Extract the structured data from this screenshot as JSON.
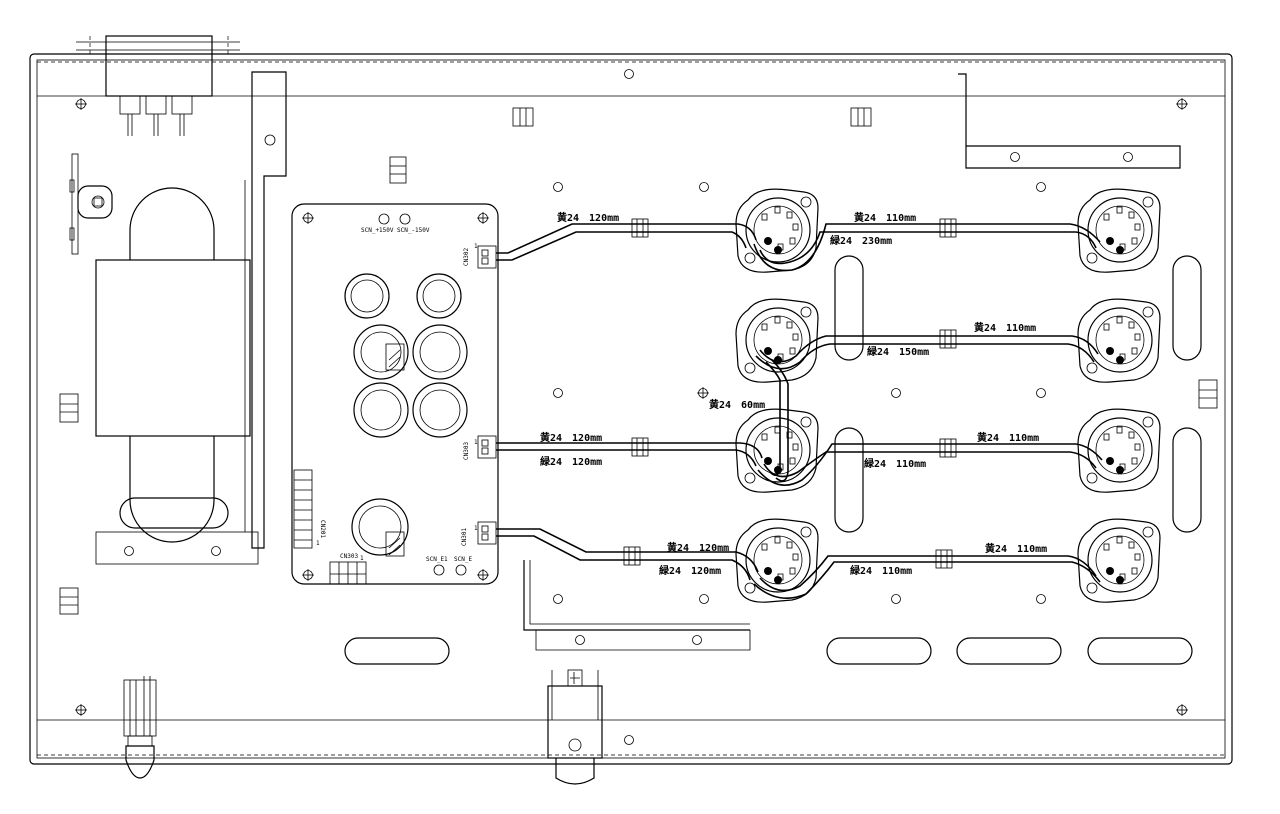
{
  "pcb": {
    "test_points": {
      "plus": "SCN_+150V",
      "minus": "SCN_-150V",
      "e1": "SCN_E1",
      "e": "SCN_E"
    },
    "connectors": {
      "cn302": "CN302",
      "cn303": "CN303",
      "cn301": "CN301",
      "cn201": "CN201",
      "cn303_bottom": "CN303",
      "pin_one": "1"
    }
  },
  "wire_labels": {
    "w1": "黄24　120mm",
    "w2": "黄24　110mm",
    "w3": "緑24　230mm",
    "w4": "黄24　110mm",
    "w5": "緑24　150mm",
    "w6": "黄24　60mm",
    "w7": "黄24　120mm",
    "w8": "緑24　120mm",
    "w9": "黄24　110mm",
    "w10": "緑24　110mm",
    "w11": "黄24　120mm",
    "w12": "緑24　120mm",
    "w13": "黄24　110mm",
    "w14": "緑24　110mm"
  }
}
